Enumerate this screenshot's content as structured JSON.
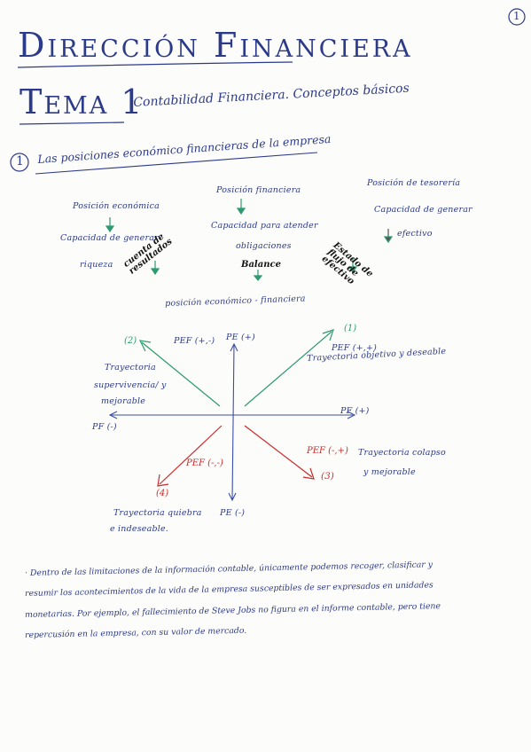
{
  "page_number": "1",
  "title": "Dirección Financiera",
  "tema": {
    "label": "Tema 1",
    "subtitle": "Contabilidad Financiera. Conceptos básicos"
  },
  "section": {
    "number": "1",
    "title": "Las posiciones económico financieras de la empresa"
  },
  "positions": {
    "economica": {
      "title": "Posición económica",
      "desc_1": "Capacidad de generar",
      "desc_2": "riqueza",
      "doc": "cuenta de resultados"
    },
    "financiera": {
      "title": "Posición financiera",
      "desc_1": "Capacidad para atender",
      "desc_2": "obligaciones",
      "doc": "Balance"
    },
    "tesoreria": {
      "title": "Posición de tesorería",
      "desc_1": "Capacidad de generar",
      "desc_2": "efectivo",
      "doc": "Estado de flujo de efectivo"
    },
    "combined": "posición económico - financiera"
  },
  "axes": {
    "pe_pos": "PE (+)",
    "pe_neg": "PE (-)",
    "pf_pos": "PF (+)",
    "pf_neg": "PF (-)"
  },
  "quadrants": {
    "q1": {
      "num": "(1)",
      "pef": "PEF (+,+)",
      "desc": "Trayectoria objetivo y deseable"
    },
    "q2": {
      "num": "(2)",
      "pef": "PEF (+,-)",
      "desc_1": "Trayectoria",
      "desc_2": "supervivencia/ y",
      "desc_3": "mejorable"
    },
    "q3": {
      "num": "(3)",
      "pef": "PEF (-,+)",
      "desc_1": "Trayectoria colapso",
      "desc_2": "y mejorable"
    },
    "q4": {
      "num": "(4)",
      "pef": "PEF (-,-)",
      "desc_1": "Trayectoria quiebra",
      "desc_2": "e indeseable."
    }
  },
  "paragraph": {
    "line_1": "· Dentro de las limitaciones de la información contable, únicamente podemos recoger, clasificar y",
    "line_2": "resumir los acontecimientos de la vida de la empresa susceptibles de ser expresados en unidades",
    "line_3": "monetarias. Por ejemplo, el fallecimiento de Steve Jobs no figura en el informe contable, pero tiene",
    "line_4": "repercusión en la empresa, con su valor de mercado."
  }
}
